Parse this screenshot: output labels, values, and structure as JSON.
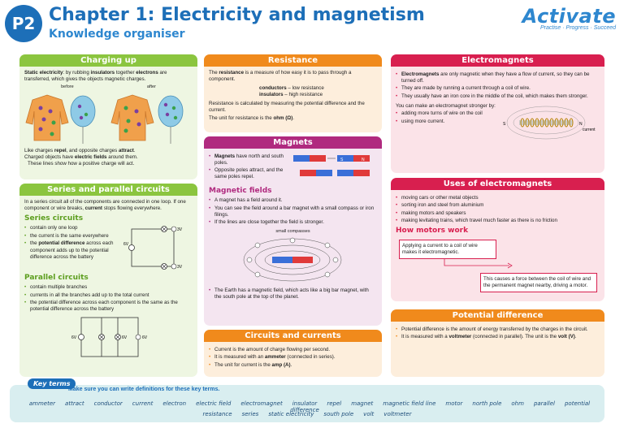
{
  "header": {
    "badge": "P2",
    "title": "Chapter 1: Electricity and magnetism",
    "subtitle": "Knowledge organiser",
    "brand": "Activate",
    "brand_tag": "Practise · Progress · Succeed"
  },
  "charging_up": {
    "heading": "Charging up",
    "intro_pre": "Static electricity",
    "intro_mid1": ": by rubbing ",
    "intro_bold2": "insulators",
    "intro_mid2": " together ",
    "intro_bold3": "electrons",
    "intro_post": " are transferred, which gives the objects magnetic charges.",
    "label_before": "before",
    "label_after": "after",
    "note1_a": "Like charges ",
    "note1_b": "repel",
    "note1_c": ", and opposite charges ",
    "note1_d": "attract",
    "note1_e": ".",
    "note2_a": "Charged objects have ",
    "note2_b": "electric fields",
    "note2_c": " around them.",
    "note3": "These lines show how a positive charge will act."
  },
  "series_parallel": {
    "heading": "Series and parallel circuits",
    "intro_a": "In a series circuit all of the components are connected in one loop. If one component or wire breaks, ",
    "intro_b": "current",
    "intro_c": " stops flowing everywhere.",
    "series_title": "Series circuits",
    "series_items": [
      "contain only one loop",
      "the current is the same everywhere"
    ],
    "series_pd_a": "the ",
    "series_pd_b": "potential difference",
    "series_pd_c": " across each component adds up to the potential difference across the battery",
    "parallel_title": "Parallel circuits",
    "parallel_items": [
      "contain multiple branches",
      "currents in all the branches add up to the total current",
      "the potential difference across each component is the same as the potential difference across the battery"
    ],
    "v_6": "6V",
    "v_3a": "3V",
    "v_3b": "3V",
    "v_6p": "6V",
    "v_6p2": "6V",
    "v_6p3": "6V"
  },
  "resistance": {
    "heading": "Resistance",
    "intro_a": "The ",
    "intro_b": "resistance",
    "intro_c": " is a measure of how easy it is to pass through a component.",
    "cond_b": "conductors",
    "cond_t": " – low resistance",
    "ins_b": "insulators",
    "ins_t": " – high resistance",
    "calc": "Resistance is calculated by measuring the potential difference and the current.",
    "unit_a": "The unit for resistance is the ",
    "unit_b": "ohm (Ω)",
    "unit_c": "."
  },
  "magnets": {
    "heading": "Magnets",
    "item1_b": "Magnets",
    "item1_t": " have north and south poles.",
    "item2": "Opposite poles attract, and the same poles repel.",
    "field_title": "Magnetic fields",
    "field_items": [
      "A magnet has a field around it.",
      "You can see the field around a bar magnet with a small compass or iron filings.",
      "If the lines are close together the field is stronger."
    ],
    "compass_label": "small compasses",
    "earth": "The Earth has a magnetic field, which acts like a big bar magnet, with the south pole at the top of the planet.",
    "pole_n": "N",
    "pole_s": "S"
  },
  "circuits_currents": {
    "heading": "Circuits and currents",
    "item1": "Current is the amount of charge flowing per second.",
    "item2_a": "It is measured with an ",
    "item2_b": "ammeter",
    "item2_c": " (connected in series).",
    "item3_a": "The unit for current is the ",
    "item3_b": "amp (A)",
    "item3_c": "."
  },
  "electromagnets": {
    "heading": "Electromagnets",
    "item1_b": "Electromagnets",
    "item1_t": " are only magnetic when they have a flow of current, so they can be turned off.",
    "item2": "They are made by running a current through a coil of wire.",
    "item3": "They usually have an iron core in the middle of the coil, which makes them stronger.",
    "stronger": "You can make an electromagnet stronger by:",
    "stronger_items": [
      "adding more turns of wire on the coil",
      "using more current."
    ],
    "label_current": "current",
    "label_s": "S",
    "label_n": "N"
  },
  "uses": {
    "heading": "Uses of electromagnets",
    "items": [
      "moving cars or other metal objects",
      "sorting iron and steel from aluminium",
      "making motors and speakers",
      "making levitating trains, which travel much faster as there is no friction"
    ],
    "motors_title": "How motors work",
    "box1": "Applying a current to a coil of wire makes it electromagnetic.",
    "box2": "This causes a force between the coil of wire and the permanent magnet nearby, driving a motor."
  },
  "potential": {
    "heading": "Potential difference",
    "item1": "Potential difference is the amount of energy transferred by the charges in the circuit.",
    "item2_a": "It is measured with a ",
    "item2_b": "voltmeter",
    "item2_c": " (connected in parallel). The unit is the ",
    "item2_d": "volt (V)",
    "item2_e": "."
  },
  "key_terms": {
    "badge": "Key terms",
    "intro": "Make sure you can write definitions for these key terms.",
    "row1": [
      "ammeter",
      "attract",
      "conductor",
      "current",
      "electron",
      "electric field",
      "electromagnet",
      "insulator",
      "repel",
      "magnet",
      "magnetic field line",
      "motor",
      "north pole",
      "ohm",
      "parallel",
      "potential difference"
    ],
    "row2": [
      "resistance",
      "series",
      "static electricity",
      "south pole",
      "volt",
      "voltmeter"
    ]
  },
  "colors": {
    "brand_blue": "#1d6fb8",
    "green": "#8bc53f",
    "orange": "#f08a1c",
    "purple": "#b02a7f",
    "pink": "#d81f4f"
  }
}
